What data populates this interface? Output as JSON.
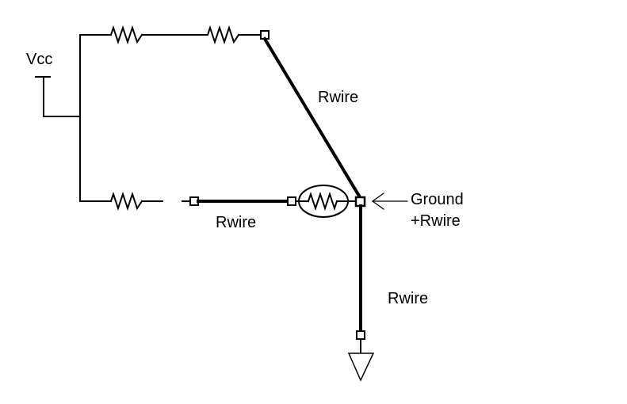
{
  "diagram": {
    "labels": {
      "vcc": "Vcc",
      "rwire_diag": "Rwire",
      "rwire_bottom": "Rwire",
      "rwire_vertical": "Rwire",
      "ground_line1": "Ground",
      "ground_line2": "+Rwire"
    },
    "colors": {
      "stroke": "#000000",
      "background": "#ffffff"
    },
    "components": {
      "resistors": 4,
      "highlighted_resistor": "circled resistor near node",
      "terminals": "small square connection points",
      "ground_symbol": "down-pointing triangle"
    }
  }
}
